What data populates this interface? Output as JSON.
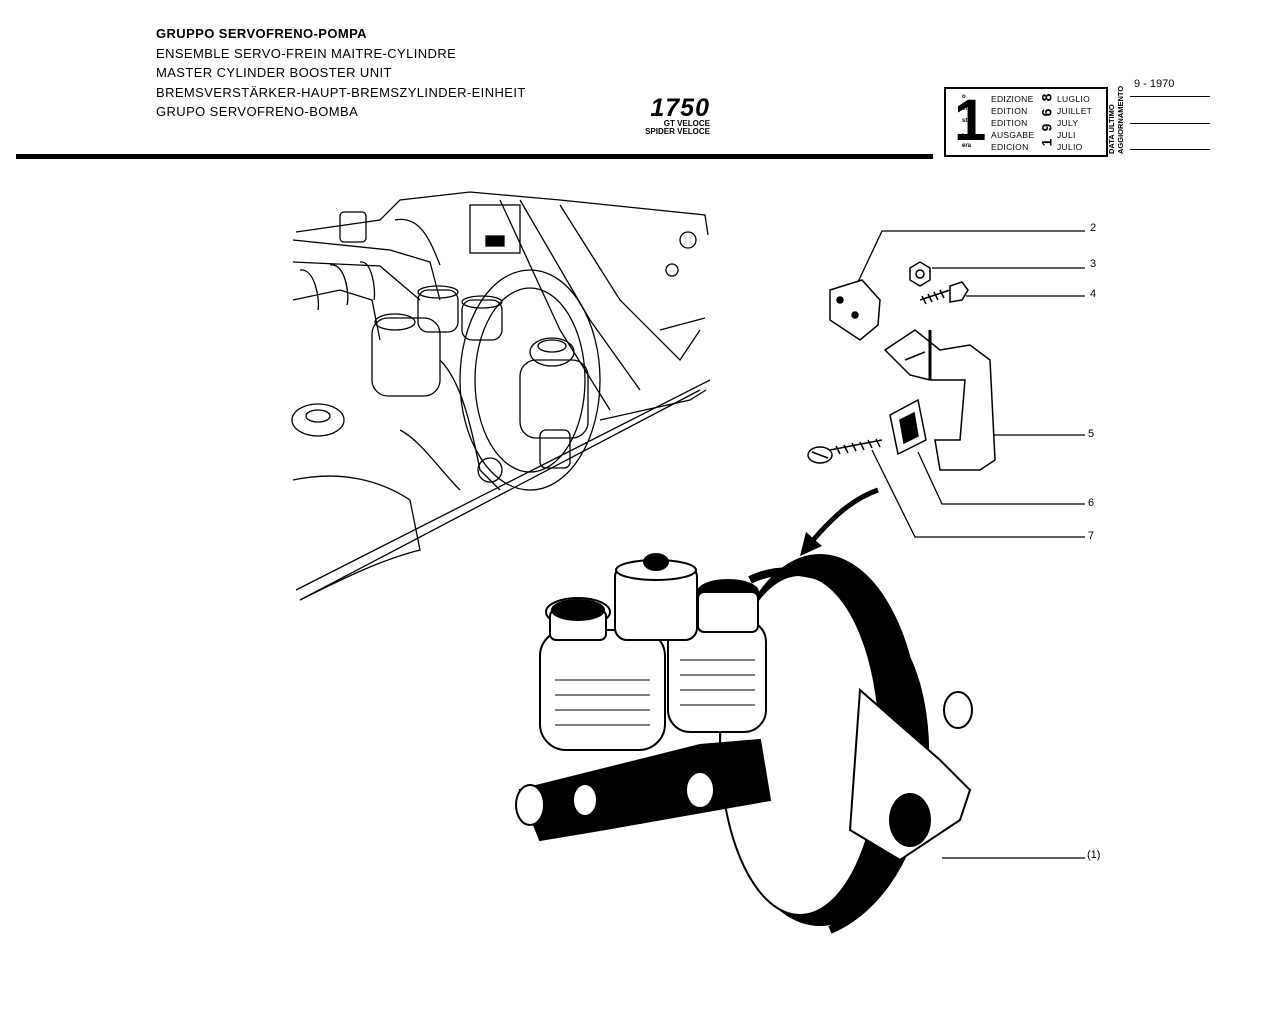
{
  "header": {
    "titles": [
      "GRUPPO SERVOFRENO-POMPA",
      "ENSEMBLE SERVO-FREIN MAITRE-CYLINDRE",
      "MASTER CYLINDER BOOSTER UNIT",
      "BREMSVERSTÄRKER-HAUPT-BREMSZYLINDER-EINHEIT",
      "GRUPO SERVOFRENO-BOMBA"
    ],
    "model": "1750",
    "variants": [
      "GT VELOCE",
      "SPIDER VELOCE"
    ]
  },
  "edition_box": {
    "number": "1",
    "ordinals": [
      "o",
      "ere",
      "st",
      ".",
      "era"
    ],
    "edition_words": [
      "EDIZIONE",
      "EDITION",
      "EDITION",
      "AUSGABE",
      "EDICION"
    ],
    "year": "1968",
    "months": [
      "LUGLIO",
      "JUILLET",
      "JULY",
      "JULI",
      "JULIO"
    ],
    "update_label_line1": "DATA ULTIMO",
    "update_label_line2": "AGGIORNAMENTO",
    "update_date": "9 - 1970"
  },
  "diagram": {
    "callouts": [
      "2",
      "3",
      "4",
      "5",
      "6",
      "7",
      "(1)"
    ]
  }
}
